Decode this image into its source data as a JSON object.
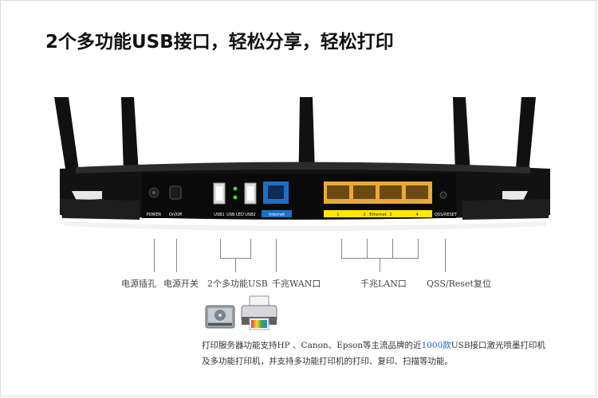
{
  "title": "2个多功能USB接口，轻松分享，轻松打印",
  "panel_labels": {
    "power": "POWER",
    "onoff": "On/Off",
    "usb1": "USB1",
    "usb_led": "USB LED",
    "usb2": "USB2",
    "internet": "Internet",
    "lan1": "1",
    "lan2": "2",
    "ethernet": "Ethernet",
    "lan3": "3",
    "lan4": "4",
    "qss": "QSS/RESET"
  },
  "callouts": {
    "power_socket": "电源插孔",
    "power_switch": "电源开关",
    "usb": "2个多功能USB",
    "wan": "千兆WAN口",
    "lan": "千兆LAN口",
    "qss_reset": "QSS/Reset复位"
  },
  "description": {
    "part1": "打印服务器功能支持HP 、Canon、Epson等主流品牌的近",
    "highlight": "1000款",
    "part2": "USB接口激光喷墨打印机及多功能打印机，并支持多功能打印机的打印、复印、扫描等功能。"
  },
  "colors": {
    "highlight": "#1b62c6",
    "wan_port": "#1f6fc4",
    "lan_port": "#e8a93a",
    "lan_label_bg": "#ffe800"
  },
  "icons": [
    "hard-drive-icon",
    "printer-icon"
  ]
}
